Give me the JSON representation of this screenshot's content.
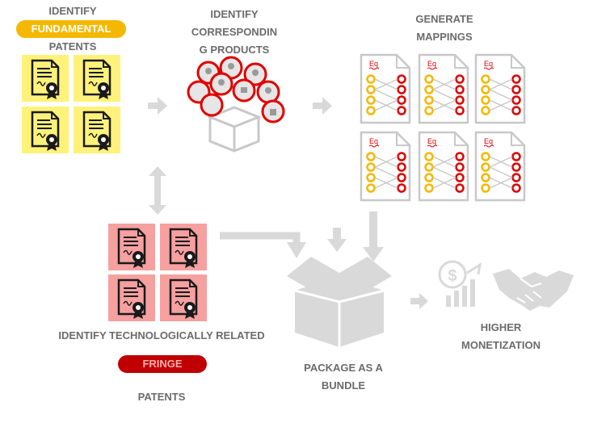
{
  "steps": {
    "fundamental": {
      "line1": "IDENTIFY",
      "pill": "FUNDAMENTAL",
      "line2": "PATENTS"
    },
    "products": {
      "line1": "IDENTIFY",
      "line2": "CORRESPONDIN",
      "line3": "G PRODUCTS"
    },
    "mappings": {
      "line1": "GENERATE",
      "line2": "MAPPINGS"
    },
    "fringe": {
      "line1": "IDENTIFY TECHNOLOGICALLY RELATED",
      "pill": "FRINGE",
      "line2": "PATENTS"
    },
    "bundle": {
      "line1": "PACKAGE AS A",
      "line2": "BUNDLE"
    },
    "monetization": {
      "line1": "HIGHER",
      "line2": "MONETIZATION"
    }
  },
  "mapping_card_label": "Eq",
  "colors": {
    "fundamental_pill": "#f5b800",
    "fundamental_tiles": "#fff27a",
    "fringe_pill": "#c00000",
    "fringe_tiles": "#f7a0a0",
    "product_circles": "#e00000",
    "arrows": "#d9d9d9",
    "text": "#6b6b6b"
  },
  "icons": [
    "certificate-icon",
    "box-icon",
    "product-circle-icon",
    "mapping-card-icon",
    "dollar-growth-icon",
    "handshake-icon",
    "arrow-right-icon",
    "arrow-down-icon",
    "arrow-updown-icon"
  ]
}
